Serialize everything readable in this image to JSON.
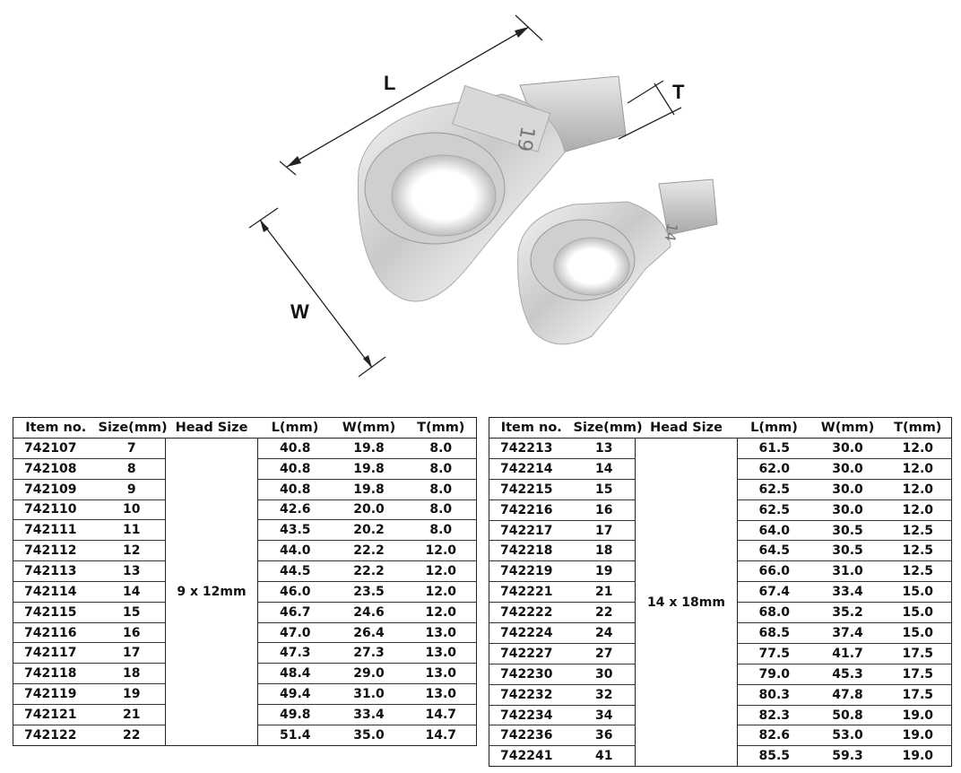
{
  "illustration": {
    "dimension_labels": {
      "length": "L",
      "width": "W",
      "thickness": "T"
    },
    "large_head_marking": "19",
    "small_head_marking": "14"
  },
  "columns": [
    "Item no.",
    "Size(mm)",
    "Head Size",
    "L(mm)",
    "W(mm)",
    "T(mm)"
  ],
  "tables": [
    {
      "head_size": "9 x 12mm",
      "rows": [
        [
          "742107",
          "7",
          "40.8",
          "19.8",
          "8.0"
        ],
        [
          "742108",
          "8",
          "40.8",
          "19.8",
          "8.0"
        ],
        [
          "742109",
          "9",
          "40.8",
          "19.8",
          "8.0"
        ],
        [
          "742110",
          "10",
          "42.6",
          "20.0",
          "8.0"
        ],
        [
          "742111",
          "11",
          "43.5",
          "20.2",
          "8.0"
        ],
        [
          "742112",
          "12",
          "44.0",
          "22.2",
          "12.0"
        ],
        [
          "742113",
          "13",
          "44.5",
          "22.2",
          "12.0"
        ],
        [
          "742114",
          "14",
          "46.0",
          "23.5",
          "12.0"
        ],
        [
          "742115",
          "15",
          "46.7",
          "24.6",
          "12.0"
        ],
        [
          "742116",
          "16",
          "47.0",
          "26.4",
          "13.0"
        ],
        [
          "742117",
          "17",
          "47.3",
          "27.3",
          "13.0"
        ],
        [
          "742118",
          "18",
          "48.4",
          "29.0",
          "13.0"
        ],
        [
          "742119",
          "19",
          "49.4",
          "31.0",
          "13.0"
        ],
        [
          "742121",
          "21",
          "49.8",
          "33.4",
          "14.7"
        ],
        [
          "742122",
          "22",
          "51.4",
          "35.0",
          "14.7"
        ]
      ]
    },
    {
      "head_size": "14 x 18mm",
      "rows": [
        [
          "742213",
          "13",
          "61.5",
          "30.0",
          "12.0"
        ],
        [
          "742214",
          "14",
          "62.0",
          "30.0",
          "12.0"
        ],
        [
          "742215",
          "15",
          "62.5",
          "30.0",
          "12.0"
        ],
        [
          "742216",
          "16",
          "62.5",
          "30.0",
          "12.0"
        ],
        [
          "742217",
          "17",
          "64.0",
          "30.5",
          "12.5"
        ],
        [
          "742218",
          "18",
          "64.5",
          "30.5",
          "12.5"
        ],
        [
          "742219",
          "19",
          "66.0",
          "31.0",
          "12.5"
        ],
        [
          "742221",
          "21",
          "67.4",
          "33.4",
          "15.0"
        ],
        [
          "742222",
          "22",
          "68.0",
          "35.2",
          "15.0"
        ],
        [
          "742224",
          "24",
          "68.5",
          "37.4",
          "15.0"
        ],
        [
          "742227",
          "27",
          "77.5",
          "41.7",
          "17.5"
        ],
        [
          "742230",
          "30",
          "79.0",
          "45.3",
          "17.5"
        ],
        [
          "742232",
          "32",
          "80.3",
          "47.8",
          "17.5"
        ],
        [
          "742234",
          "34",
          "82.3",
          "50.8",
          "19.0"
        ],
        [
          "742236",
          "36",
          "82.6",
          "53.0",
          "19.0"
        ],
        [
          "742241",
          "41",
          "85.5",
          "59.3",
          "19.0"
        ]
      ]
    }
  ]
}
